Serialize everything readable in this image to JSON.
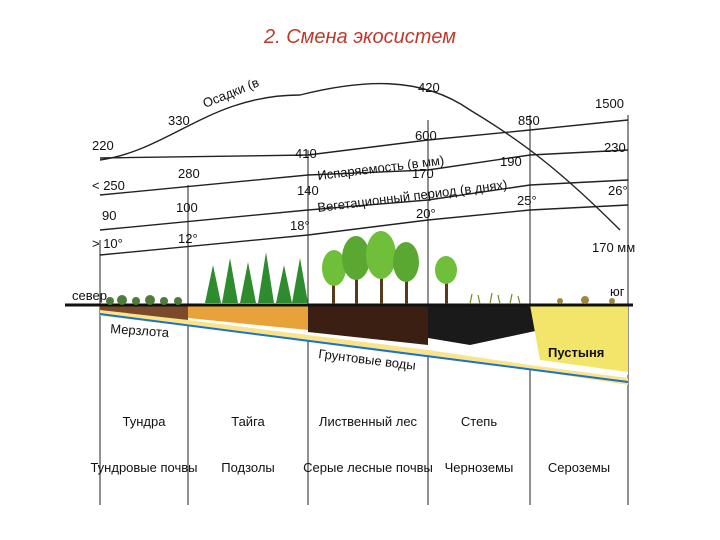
{
  "title": "2. Смена экосистем",
  "curves": {
    "precipitation": {
      "label": "Осадки (в",
      "values": [
        "220",
        "330",
        "420",
        "1500",
        "170 мм"
      ]
    },
    "evaporation": {
      "label": "Испаряемость (в мм)",
      "values": [
        "410",
        "600",
        "850"
      ]
    },
    "ratio": {
      "values": [
        "< 250",
        "280",
        "170",
        "190",
        "230"
      ]
    },
    "vegetation_period": {
      "label": "Вегетационный период (в днях)",
      "values": [
        "90",
        "100",
        "140",
        "25°",
        "26°"
      ]
    },
    "temperature": {
      "values": [
        "> 10°",
        "12°",
        "18°",
        "20°"
      ]
    }
  },
  "directions": {
    "north": "север",
    "south": "юг"
  },
  "subsurface": {
    "permafrost": "Мерзлота",
    "groundwater": "Грунтовые воды",
    "desert": "Пустыня"
  },
  "zones": [
    {
      "name": "Тундра",
      "soil": "Тундровые почвы"
    },
    {
      "name": "Тайга",
      "soil": "Подзолы"
    },
    {
      "name": "Лиственный лес",
      "soil": "Серые лесные почвы"
    },
    {
      "name": "Степь",
      "soil": "Черноземы"
    },
    {
      "name": "",
      "soil": "Сероземы"
    }
  ],
  "colors": {
    "title": "#c0392b",
    "podzol": "#e8a23a",
    "chernozem": "#1a1a1a",
    "desert": "#f3e46a",
    "groundwater": "#1a73c9",
    "conifer": "#2e8b2e",
    "deciduous": "#6fbf3a",
    "tundra_soil": "#7a4a2a"
  }
}
